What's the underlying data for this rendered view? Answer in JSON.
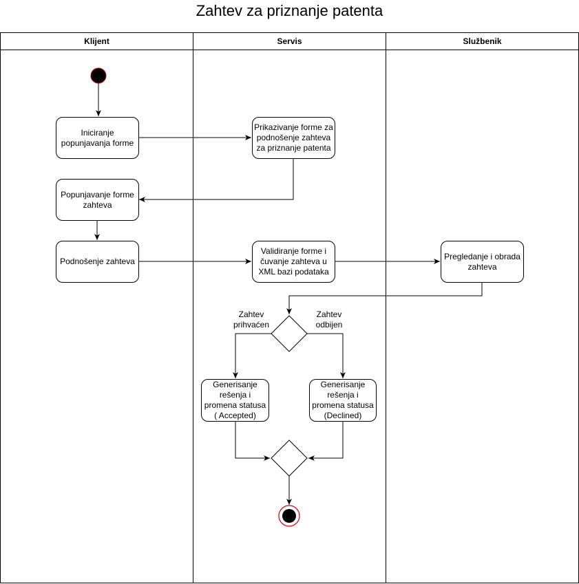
{
  "title": "Zahtev za priznanje patenta",
  "lanes": [
    {
      "label": "Klijent"
    },
    {
      "label": "Servis"
    },
    {
      "label": "Službenik"
    }
  ],
  "nodes": {
    "iniciranje": "Iniciranje\npopunjavanja forme",
    "prikazivanje": "Prikazivanje forme za\npodnošenje zahteva\nza priznanje patenta",
    "popunjavanje": "Popunjavanje forme\nzahteva",
    "podnosenje": "Podnošenje zahteva",
    "validiranje": "Validiranje forme i\nčuvanje zahteva u\nXML bazi podataka",
    "pregledanje": "Pregledanje i obrada\nzahteva",
    "generisanje_accepted": "Generisanje\nrešenja i\npromena statusa\n( Accepted)",
    "generisanje_declined": "Generisanje\nrešenja i\npromena statusa\n(Declined)"
  },
  "guards": {
    "prihvacen": "Zahtev\nprihvaćen",
    "odbijen": "Zahtev\nodbijen"
  },
  "colors": {
    "start_fill": "#000000",
    "end_ring": "#cc0000",
    "line": "#000000"
  }
}
